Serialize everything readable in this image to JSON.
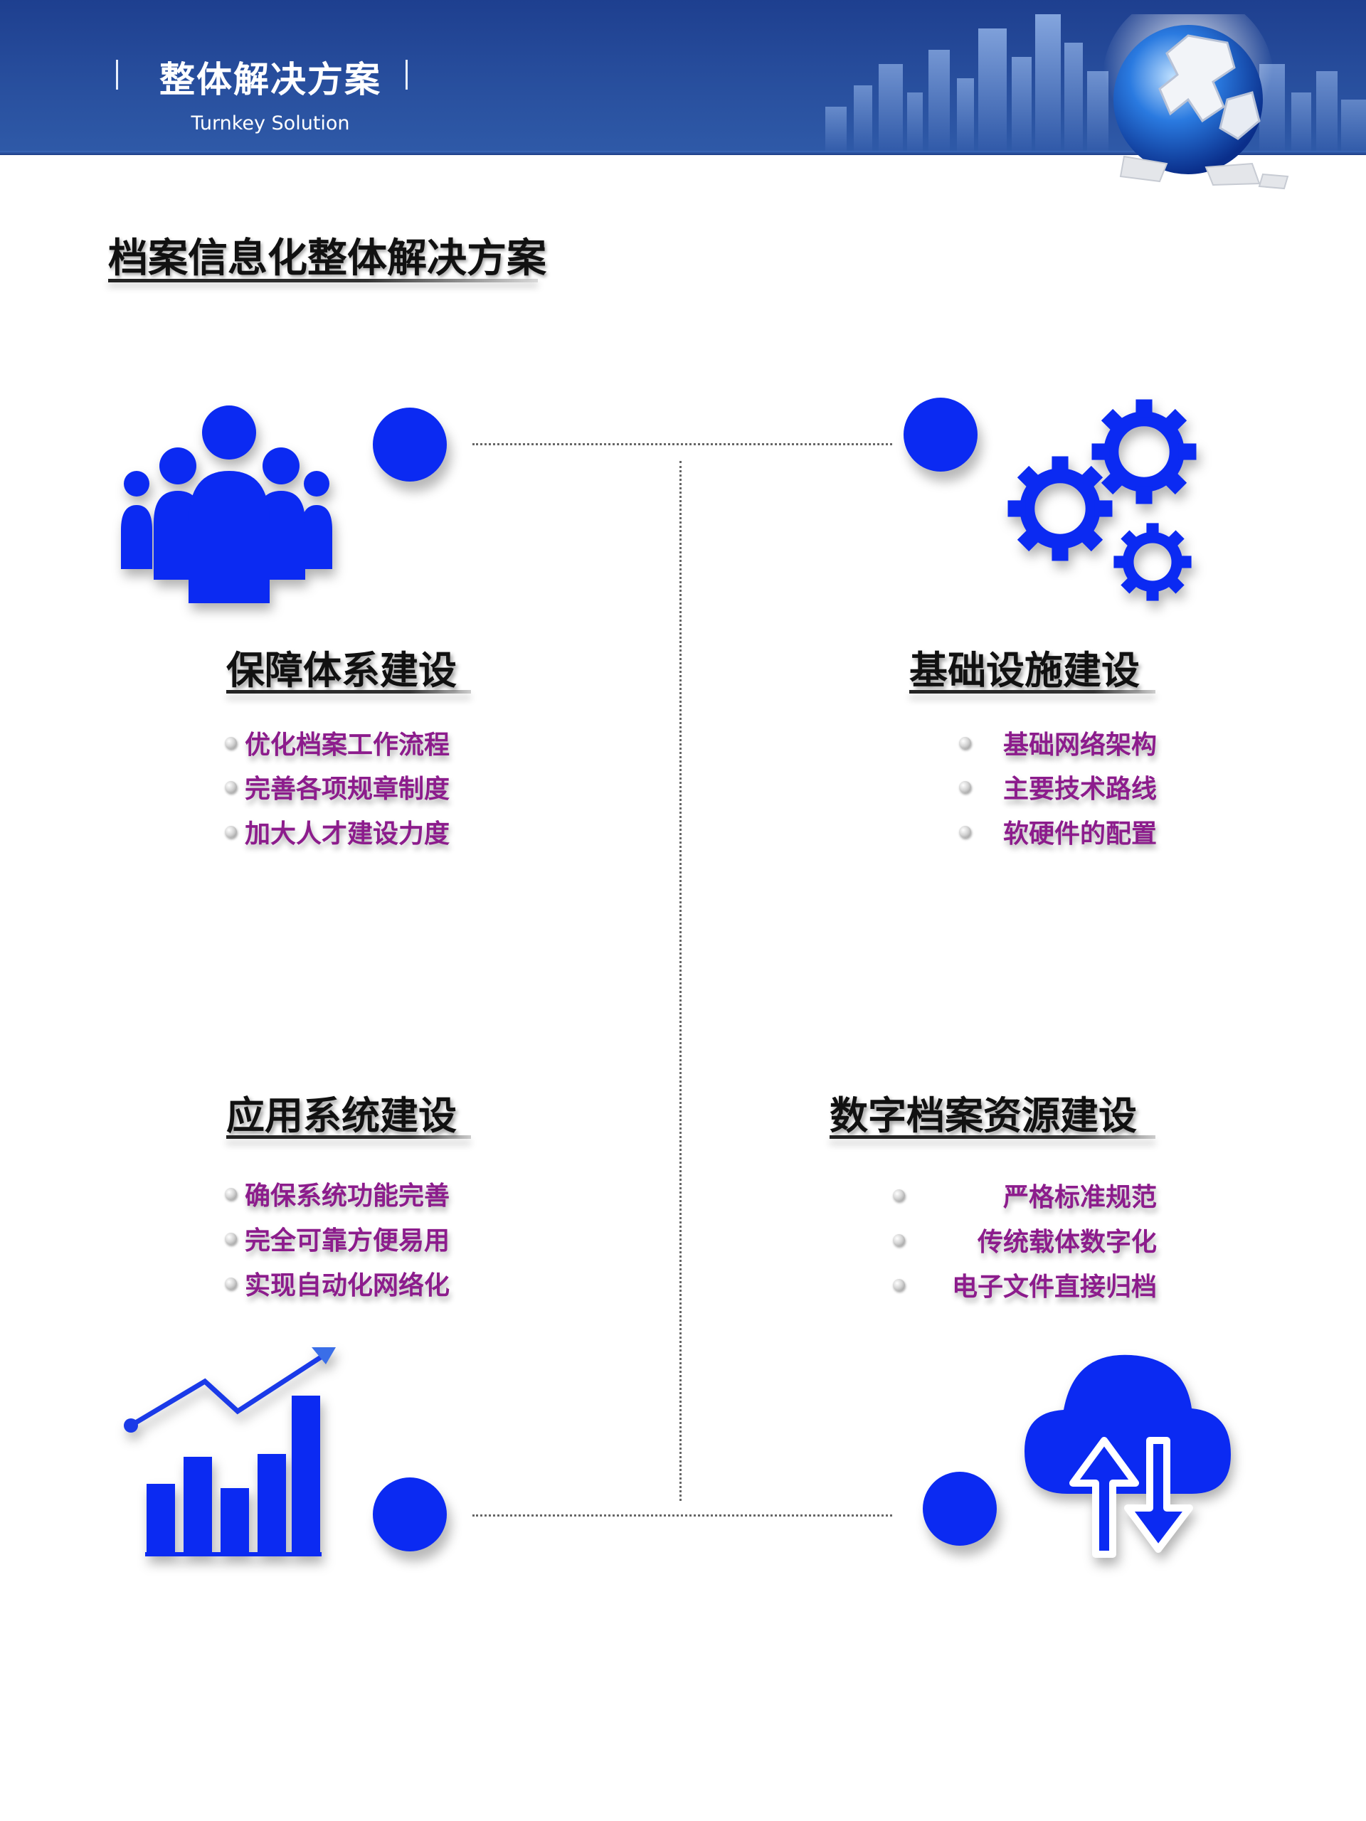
{
  "header": {
    "title": "整体解决方案",
    "subtitle": "Turnkey Solution"
  },
  "main_title": "档案信息化整体解决方案",
  "sections": [
    {
      "title": "保障体系建设",
      "icon": "people-group-icon",
      "items": [
        "优化档案工作流程",
        "完善各项规章制度",
        "加大人才建设力度"
      ]
    },
    {
      "title": "基础设施建设",
      "icon": "gears-icon",
      "items": [
        "基础网络架构",
        "主要技术路线",
        "软硬件的配置"
      ]
    },
    {
      "title": "应用系统建设",
      "icon": "bar-chart-trend-icon",
      "items": [
        "确保系统功能完善",
        "完全可靠方便易用",
        "实现自动化网络化"
      ]
    },
    {
      "title": "数字档案资源建设",
      "icon": "cloud-upload-download-icon",
      "items": [
        "严格标准规范",
        "传统载体数字化",
        "电子文件直接归档"
      ]
    }
  ],
  "colors": {
    "accent_blue": "#0b2af2",
    "item_text": "#8c1c8c",
    "banner_blue": "#1e3f8f"
  }
}
